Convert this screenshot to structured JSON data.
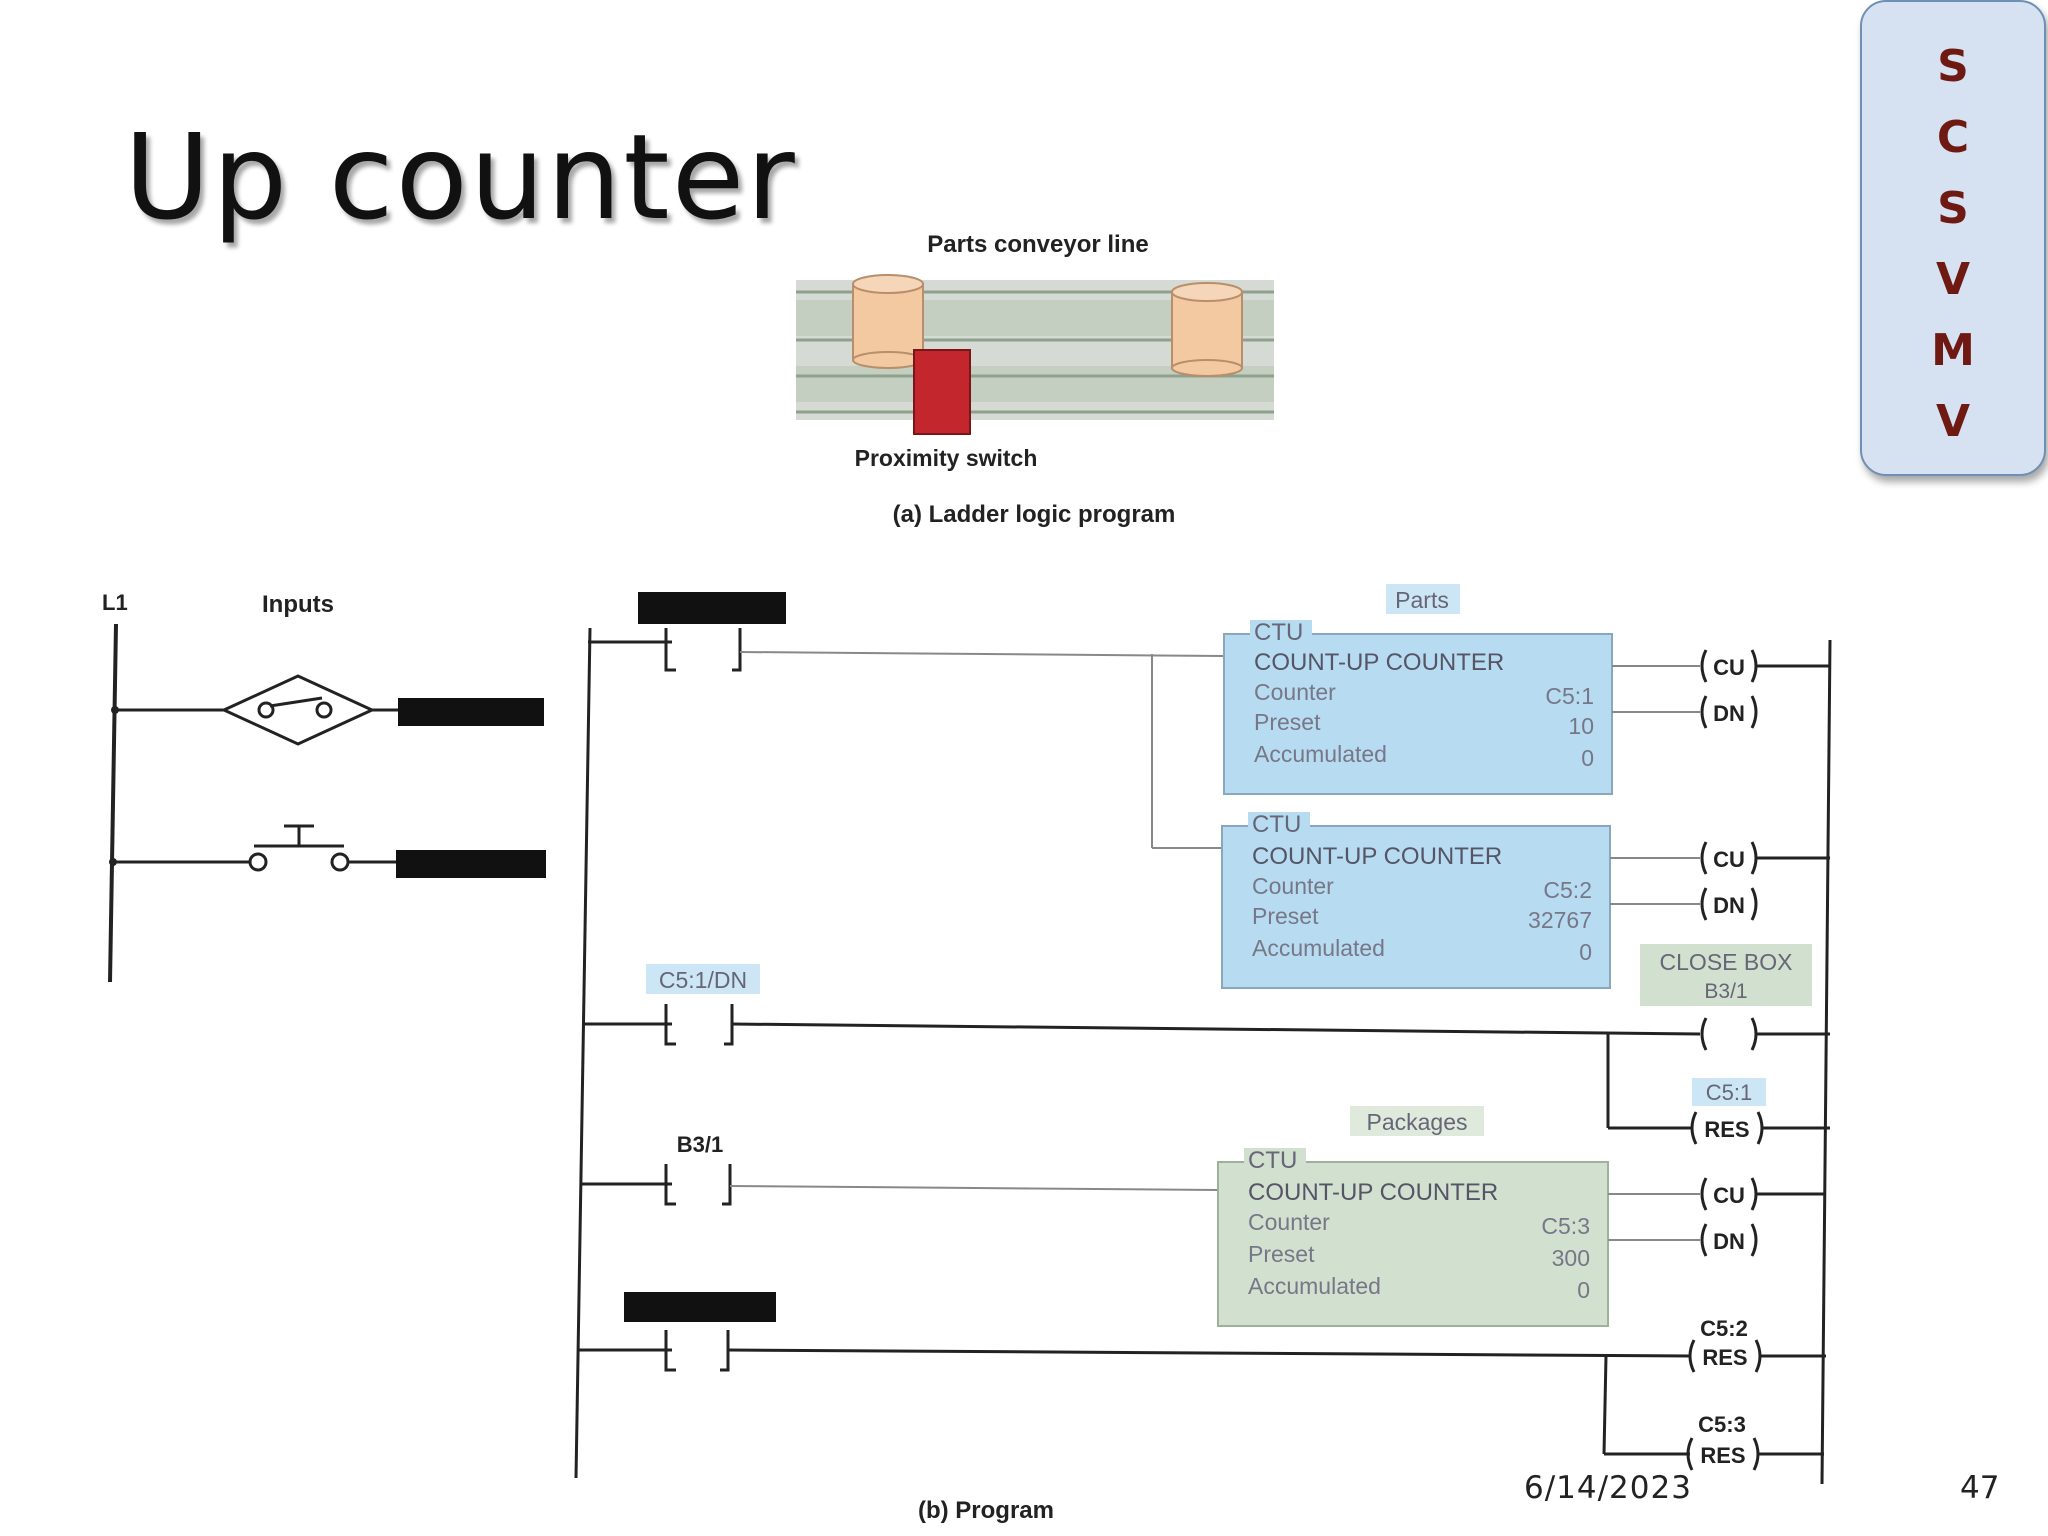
{
  "slide": {
    "title": "Up counter",
    "date": "6/14/2023",
    "page_number": "47"
  },
  "logo": {
    "letters": [
      "S",
      "C",
      "S",
      "V",
      "M",
      "V"
    ]
  },
  "conveyor": {
    "title": "Parts conveyor line",
    "switch_label": "Proximity switch",
    "caption": "(a) Ladder logic program"
  },
  "inputs": {
    "rail_label": "L1",
    "heading": "Inputs"
  },
  "program": {
    "caption": "(b) Program",
    "counters": [
      {
        "tag": "Parts",
        "type": "CTU",
        "title": "COUNT-UP COUNTER",
        "counter_label": "Counter",
        "counter": "C5:1",
        "preset_label": "Preset",
        "preset": "10",
        "acc_label": "Accumulated",
        "acc": "0"
      },
      {
        "tag": "",
        "type": "CTU",
        "title": "COUNT-UP COUNTER",
        "counter_label": "Counter",
        "counter": "C5:2",
        "preset_label": "Preset",
        "preset": "32767",
        "acc_label": "Accumulated",
        "acc": "0"
      },
      {
        "tag": "Packages",
        "type": "CTU",
        "title": "COUNT-UP COUNTER",
        "counter_label": "Counter",
        "counter": "C5:3",
        "preset_label": "Preset",
        "preset": "300",
        "acc_label": "Accumulated",
        "acc": "0"
      }
    ],
    "coils": {
      "cu": "CU",
      "dn": "DN",
      "res": "RES",
      "close_box_name": "CLOSE BOX",
      "close_box_addr": "B3/1",
      "reset_c51": "C5:1",
      "reset_c52": "C5:2",
      "reset_c53": "C5:3"
    },
    "contacts": {
      "c51_dn": "C5:1/DN",
      "b31": "B3/1"
    }
  },
  "colors": {
    "blue_box": "#b7dcf1",
    "green_box": "#d2e0cf",
    "proximity_switch": "#c3272d",
    "part": "#f3c9a2",
    "logo_letters": "#6e1a12"
  }
}
